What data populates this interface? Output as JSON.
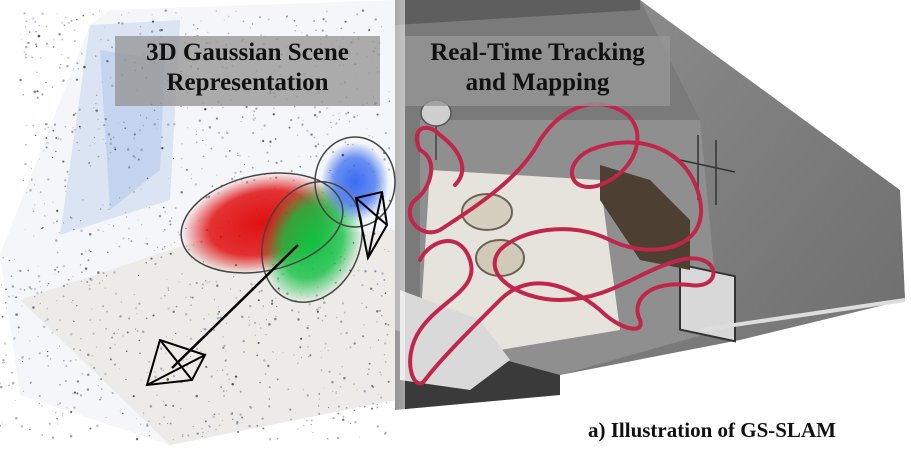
{
  "labels": {
    "scene_representation_line1": "3D Gaussian Scene",
    "scene_representation_line2": "Representation",
    "tracking_mapping_line1": "Real-Time Tracking",
    "tracking_mapping_line2": "and Mapping"
  },
  "caption": "a) Illustration of GS-SLAM",
  "colors": {
    "trajectory": "#c0264a",
    "gaussian_red": "#e01010",
    "gaussian_green": "#10c040",
    "gaussian_blue": "#3a6cf0"
  }
}
